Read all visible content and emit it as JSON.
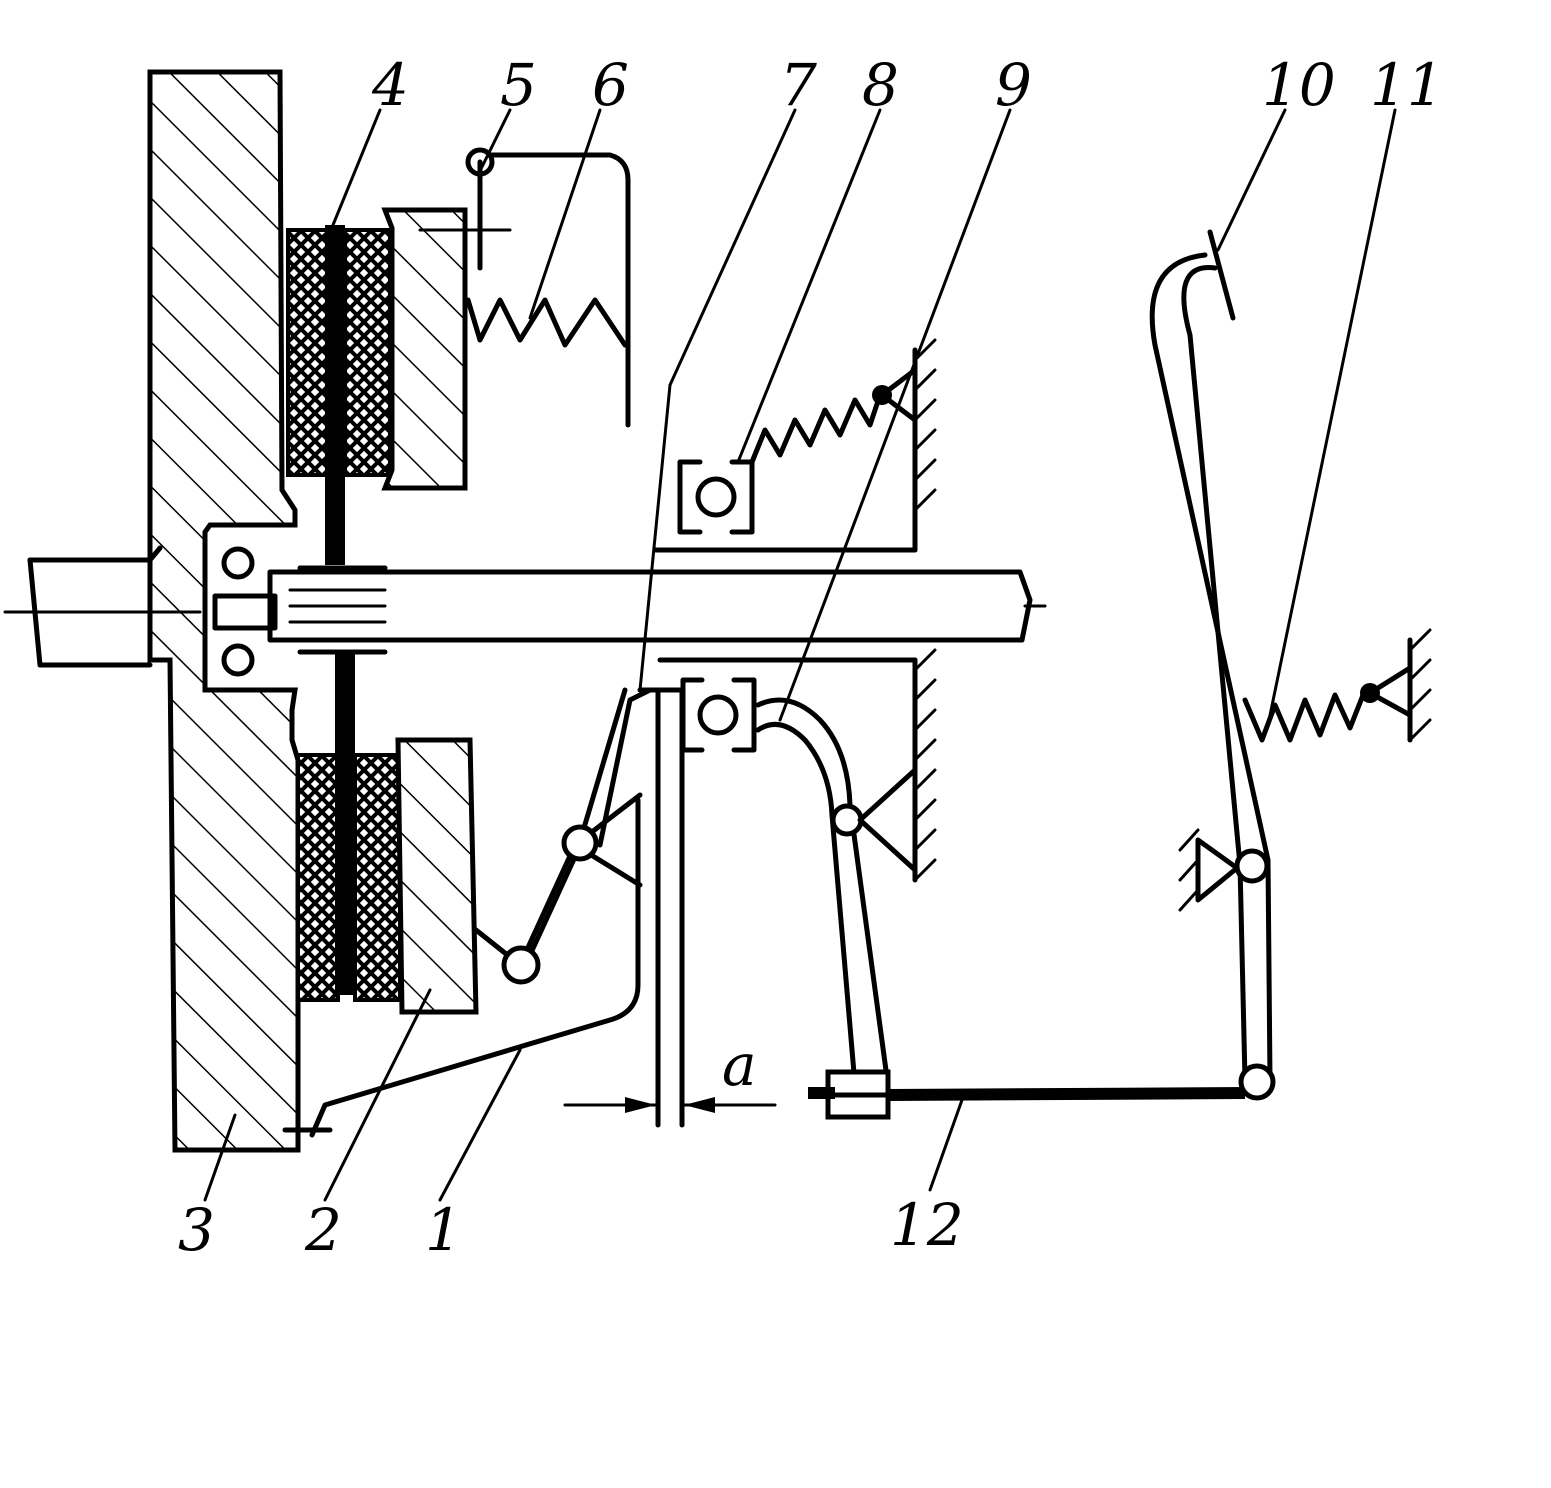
{
  "figure": {
    "labels": [
      {
        "id": "1",
        "text": "1"
      },
      {
        "id": "2",
        "text": "2"
      },
      {
        "id": "3",
        "text": "3"
      },
      {
        "id": "4",
        "text": "4"
      },
      {
        "id": "5",
        "text": "5"
      },
      {
        "id": "6",
        "text": "6"
      },
      {
        "id": "7",
        "text": "7"
      },
      {
        "id": "8",
        "text": "8"
      },
      {
        "id": "9",
        "text": "9"
      },
      {
        "id": "10",
        "text": "10"
      },
      {
        "id": "11",
        "text": "11"
      },
      {
        "id": "12",
        "text": "12"
      },
      {
        "id": "a",
        "text": "a"
      }
    ]
  },
  "colors": {
    "ink": "#000000",
    "paper": "#ffffff"
  }
}
